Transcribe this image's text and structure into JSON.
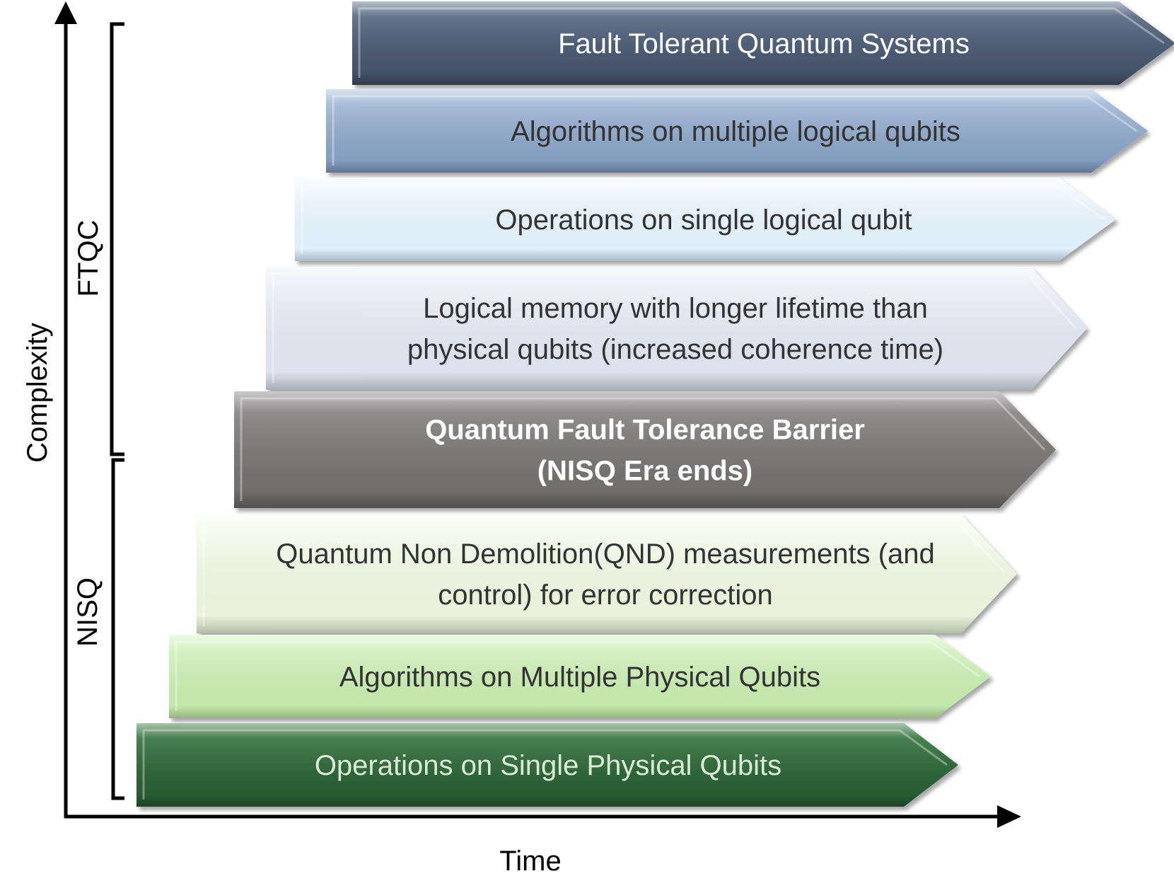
{
  "axes": {
    "y_label": "Complexity",
    "x_label": "Time"
  },
  "groups": {
    "ftqc": "FTQC",
    "nisq": "NISQ"
  },
  "stages": [
    {
      "lines": [
        "Fault Tolerant Quantum Systems"
      ],
      "fill_top": "#5d6f89",
      "fill_bottom": "#3e4d63",
      "text_color": "#ffffff",
      "bold": false
    },
    {
      "lines": [
        "Algorithms on multiple logical qubits"
      ],
      "fill_top": "#a9bfdc",
      "fill_bottom": "#7e97bb",
      "text_color": "#333333",
      "bold": false
    },
    {
      "lines": [
        "Operations on single logical qubit"
      ],
      "fill_top": "#f2f9ff",
      "fill_bottom": "#dceefb",
      "text_color": "#333333",
      "bold": false
    },
    {
      "lines": [
        "Logical memory with longer lifetime than",
        "physical qubits (increased coherence time)"
      ],
      "fill_top": "#eef2f8",
      "fill_bottom": "#d8e0ec",
      "text_color": "#333333",
      "bold": false
    },
    {
      "lines": [
        "Quantum Fault Tolerance Barrier",
        "(NISQ Era ends)"
      ],
      "fill_top": "#8c8989",
      "fill_bottom": "#6b6868",
      "text_color": "#ffffff",
      "bold": true
    },
    {
      "lines": [
        "Quantum Non Demolition(QND) measurements (and",
        "control) for error correction"
      ],
      "fill_top": "#f6fcef",
      "fill_bottom": "#e6f3d6",
      "text_color": "#333333",
      "bold": false
    },
    {
      "lines": [
        "Algorithms on Multiple Physical Qubits"
      ],
      "fill_top": "#d7f4c4",
      "fill_bottom": "#bfe6a6",
      "text_color": "#333333",
      "bold": false
    },
    {
      "lines": [
        "Operations on Single Physical Qubits"
      ],
      "fill_top": "#3d7b46",
      "fill_bottom": "#25562e",
      "text_color": "#d9ecd8",
      "bold": false
    }
  ]
}
